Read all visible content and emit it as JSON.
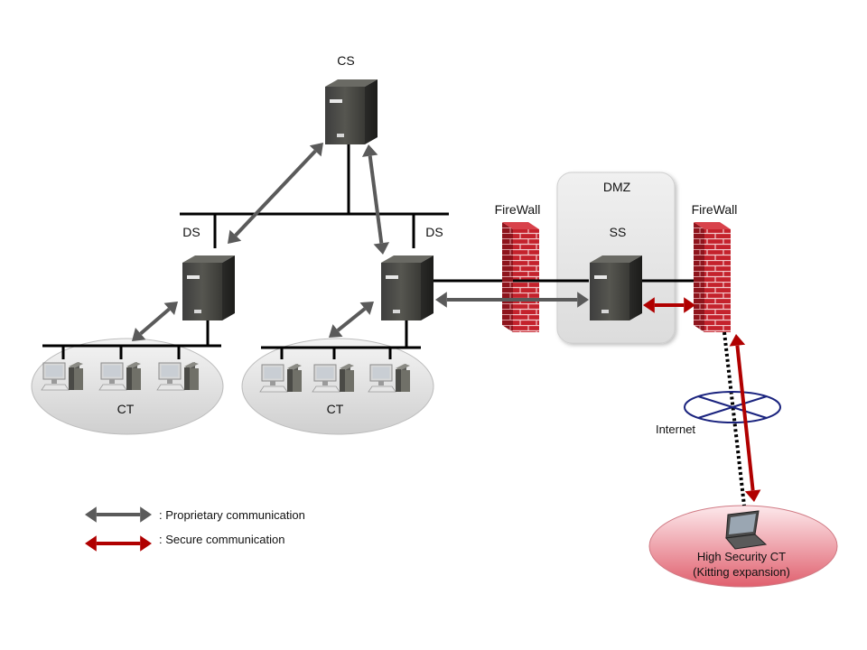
{
  "colors": {
    "proprietary_arrow": "#5a5a5a",
    "secure_arrow": "#b00000",
    "network_line": "#000000",
    "firewall_brick": "#c0202a",
    "dmz_box": "#e6e6e6",
    "internet_cloud": "#1a237e"
  },
  "nodes": {
    "cs_label": "CS",
    "ds_left_label": "DS",
    "ds_right_label": "DS",
    "ss_label": "SS",
    "dmz_label": "DMZ",
    "firewall_left_label": "FireWall",
    "firewall_right_label": "FireWall",
    "ct_left_label": "CT",
    "ct_right_label": "CT",
    "internet_label": "Internet",
    "high_security_ct_line1": "High Security CT",
    "high_security_ct_line2": "(Kitting expansion)"
  },
  "legend": {
    "proprietary": ": Proprietary communication",
    "secure": ": Secure communication"
  }
}
